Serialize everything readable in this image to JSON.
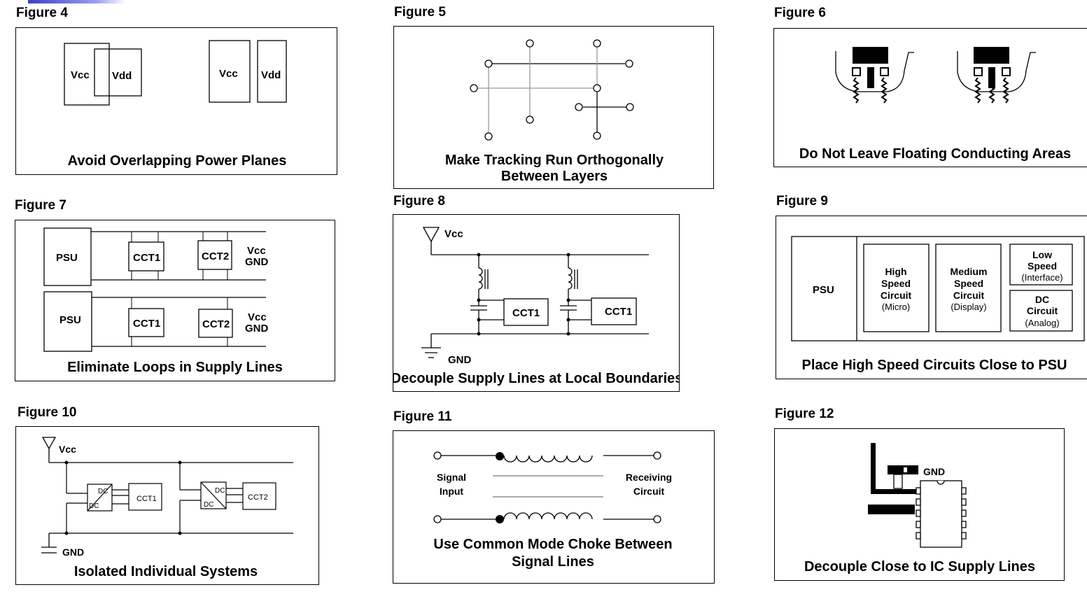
{
  "accent_color": "#3b3fc8",
  "figures": {
    "f4": {
      "label": "Figure 4",
      "caption": "Avoid Overlapping Power Planes",
      "vcc": "Vcc",
      "vdd": "Vdd"
    },
    "f5": {
      "label": "Figure 5",
      "caption_line1": "Make Tracking Run Orthogonally",
      "caption_line2": "Between Layers"
    },
    "f6": {
      "label": "Figure 6",
      "caption": "Do Not Leave Floating Conducting Areas"
    },
    "f7": {
      "label": "Figure 7",
      "caption": "Eliminate Loops in Supply Lines",
      "psu": "PSU",
      "cct1": "CCT1",
      "cct2": "CCT2",
      "vcc": "Vcc",
      "gnd": "GND"
    },
    "f8": {
      "label": "Figure 8",
      "caption": "Decouple Supply Lines at Local Boundaries",
      "vcc": "Vcc",
      "gnd": "GND",
      "cct1": "CCT1"
    },
    "f9": {
      "label": "Figure 9",
      "caption": "Place High Speed Circuits Close to PSU",
      "psu": "PSU",
      "high": [
        "High",
        "Speed",
        "Circuit",
        "(Micro)"
      ],
      "medium": [
        "Medium",
        "Speed",
        "Circuit",
        "(Display)"
      ],
      "low": [
        "Low",
        "Speed",
        "(Interface)"
      ],
      "dc": [
        "DC",
        "Circuit",
        "(Analog)"
      ]
    },
    "f10": {
      "label": "Figure 10",
      "caption": "Isolated Individual Systems",
      "vcc": "Vcc",
      "gnd": "GND",
      "dc": "DC",
      "cct1": "CCT1",
      "cct2": "CCT2"
    },
    "f11": {
      "label": "Figure 11",
      "caption_line1": "Use Common Mode Choke Between",
      "caption_line2": "Signal Lines",
      "signal_input": [
        "Signal",
        "Input"
      ],
      "receiving_circuit": [
        "Receiving",
        "Circuit"
      ]
    },
    "f12": {
      "label": "Figure 12",
      "caption": "Decouple Close to IC Supply Lines",
      "gnd": "GND"
    }
  }
}
